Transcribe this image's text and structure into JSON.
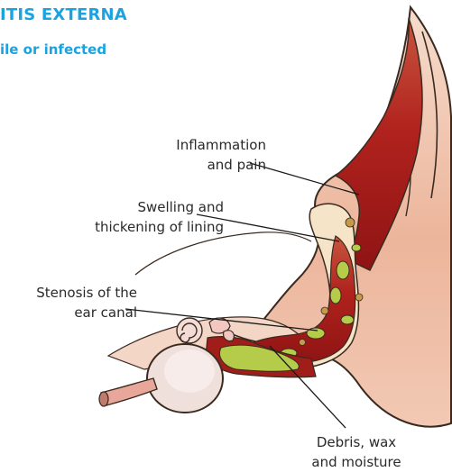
{
  "header": {
    "title": "ITIS EXTERNA",
    "subtitle": "ile or infected"
  },
  "labels": {
    "inflammation": [
      "Inflammation",
      "and pain"
    ],
    "swelling": [
      "Swelling and",
      "thickening of lining"
    ],
    "stenosis": [
      "Stenosis of the",
      "ear canal"
    ],
    "debris": [
      "Debris, wax",
      "and moisture"
    ]
  },
  "colors": {
    "title": "#1aa3e0",
    "inflamed_red": "#b0221d",
    "skin": "#f2c9b4",
    "debris_green": "#b5cc4a",
    "label_text": "#2a2a2a",
    "leader_line": "#1a1a1a"
  }
}
